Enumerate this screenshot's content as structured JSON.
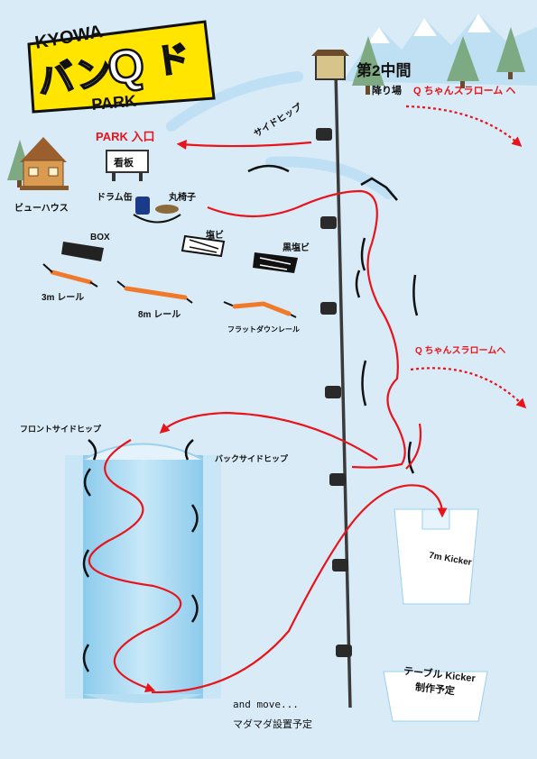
{
  "logo": {
    "kyowa": "KYOWA",
    "ban": "バン",
    "q": "Q",
    "do": "ド",
    "park": "PARK"
  },
  "station": {
    "title": "第2中間",
    "subtitle": "降り場",
    "slalom": "Q ちゃんスラローム ヘ"
  },
  "labels": {
    "side_hip": "サイドヒップ",
    "park_entrance": "PARK 入口",
    "signboard": "看板",
    "view_house": "ビューハウス",
    "drum_can": "ドラム缶",
    "log_chair": "丸椅子",
    "pvc_white": "塩ビ",
    "pvc_black": "黒塩ビ",
    "box": "BOX",
    "rail_3m": "3m レール",
    "rail_8m": "8m レール",
    "flat_down_rail": "フラットダウンレール",
    "slalom_mid": "Q ちゃんスラロームへ",
    "front_side_hip": "フロントサイドヒップ",
    "back_side_hip": "バックサイドヒップ",
    "kicker_7m": "7m Kicker",
    "table_kicker": "テーブル Kicker",
    "table_kicker_note": "制作予定",
    "and_move": "and move...",
    "planned": "マダマダ設置予定"
  },
  "colors": {
    "background": "#d8ebf7",
    "route": "#e8141b",
    "rail": "#f07a2b",
    "logo_yellow": "#ffe500",
    "pipe": "#a7d8f2",
    "lift": "#3b3b3b"
  }
}
